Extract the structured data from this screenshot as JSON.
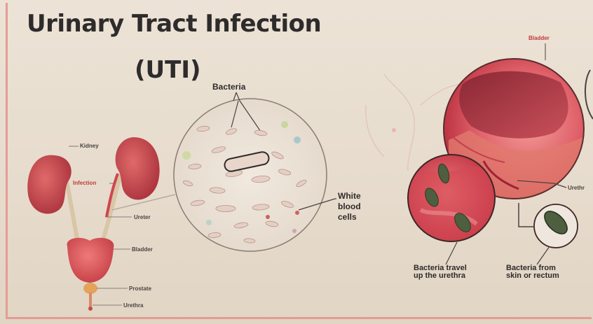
{
  "title": "Urinary Tract Infection",
  "subtitle": "(UTI)",
  "anatomy_labels": {
    "kidney": "Kidney",
    "infection": "Infection",
    "ureter": "Ureter",
    "bladder": "Bladder",
    "prostate": "Prostate",
    "urethra": "Urethra"
  },
  "microscope_labels": {
    "bacteria": "Bacteria",
    "white_blood_cells_line1": "White",
    "white_blood_cells_line2": "blood",
    "white_blood_cells_line3": "cells"
  },
  "right_labels": {
    "bladder": "Bladder",
    "urethra": "Urethr",
    "travel_line1": "Bacteria travel",
    "travel_line2": "up the urethra",
    "source_line1": "Bacteria from",
    "source_line2": "skin or rectum"
  },
  "colors": {
    "frame": "#e59c95",
    "kidney": "#c8434a",
    "bladder_organ": "#d9494f",
    "tissue": "#e2656a",
    "bacteria": "#4d5f3f"
  }
}
